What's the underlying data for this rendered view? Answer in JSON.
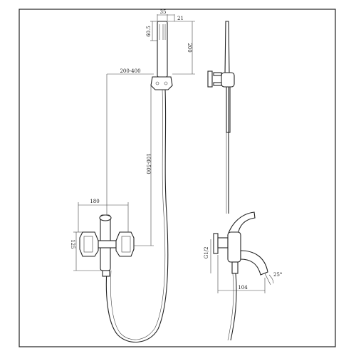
{
  "dimensions": {
    "head_width": "35",
    "head_depth": "21",
    "head_face": "60.5",
    "head_length": "200",
    "holder_offset": "200-400",
    "rail_height": "100-500",
    "mixer_centers": "180",
    "mixer_height": "125",
    "thread": "G1/2",
    "spout_reach": "104",
    "spout_angle": "25°"
  }
}
